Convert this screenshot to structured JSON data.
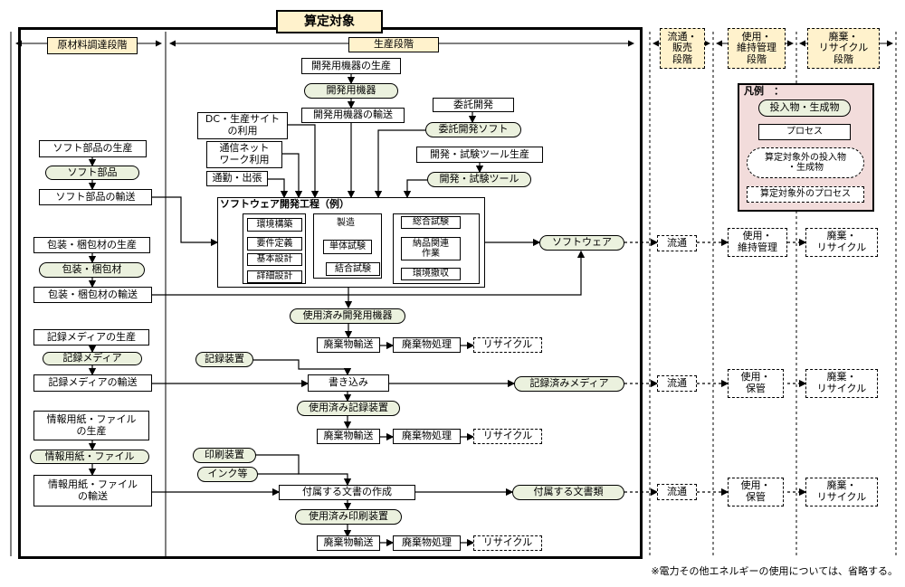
{
  "header": {
    "title": "算定対象"
  },
  "stages": {
    "raw": "原材料調達段階",
    "production": "生産段階",
    "distribution": "流通・\n販売\n段階",
    "use": "使用・\n維持管理\n段階",
    "disposal": "廃棄・\nリサイクル\n段階"
  },
  "legend": {
    "title": "凡例　：",
    "io": "投入物・生成物",
    "process": "プロセス",
    "io_outside": "算定対象外の投入物\n・生成物",
    "process_outside": "算定対象外のプロセス"
  },
  "left": {
    "soft_prod": "ソフト部品の生産",
    "soft_part": "ソフト部品",
    "soft_trans": "ソフト部品の輸送",
    "pack_prod": "包装・梱包材の生産",
    "pack": "包装・梱包材",
    "pack_trans": "包装・梱包材の輸送",
    "media_prod": "記録メディアの生産",
    "media": "記録メディア",
    "media_trans": "記録メディアの輸送",
    "paper_prod": "情報用紙・ファイル\nの生産",
    "paper": "情報用紙・ファイル",
    "paper_trans": "情報用紙・ファイル\nの輸送"
  },
  "prod": {
    "dev_equip_prod": "開発用機器の生産",
    "dev_equip": "開発用機器",
    "dev_equip_trans": "開発用機器の輸送",
    "outsource": "委託開発",
    "outsource_soft": "委託開発ソフト",
    "tool_prod": "開発・試験ツール生産",
    "tool": "開発・試験ツール",
    "dc_use": "DC・生産サイト\nの利用",
    "network": "通信ネット\nワーク利用",
    "commute": "通勤・出張",
    "sw_title": "ソフトウェア開発工程（例）",
    "env_build": "環境構築",
    "req_def": "要件定義",
    "basic_design": "基本設計",
    "detail_design": "詳細設計",
    "manufacture": "製造",
    "unit_test": "単体試験",
    "integ_test": "結合試験",
    "total_test": "総合試験",
    "delivery": "納品関連\n作業",
    "env_remove": "環境撤収",
    "software": "ソフトウェア",
    "used_dev": "使用済み開発用機器",
    "waste_trans_1": "廃棄物輸送",
    "waste_proc_1": "廃棄物処理",
    "recycle_1": "リサイクル",
    "rec_device": "記録装置",
    "writing": "書き込み",
    "rec_media": "記録済みメディア",
    "used_rec": "使用済み記録装置",
    "waste_trans_2": "廃棄物輸送",
    "waste_proc_2": "廃棄物処理",
    "recycle_2": "リサイクル",
    "printer": "印刷装置",
    "ink": "インク等",
    "doc_create": "付属する文書の作成",
    "docs": "付属する文書類",
    "used_printer": "使用済み印刷装置",
    "waste_trans_3": "廃棄物輸送",
    "waste_proc_3": "廃棄物処理",
    "recycle_3": "リサイクル"
  },
  "downstream": {
    "dist_1": "流通",
    "use_1": "使用・\n維持管理",
    "disp_1": "廃棄・\nリサイクル",
    "dist_2": "流通",
    "use_2": "使用・\n保管",
    "disp_2": "廃棄・\nリサイクル",
    "dist_3": "流通",
    "use_3": "使用・\n保管",
    "disp_3": "廃棄・\nリサイクル"
  },
  "footnote": "※電力その他エネルギーの使用については、省略する。"
}
